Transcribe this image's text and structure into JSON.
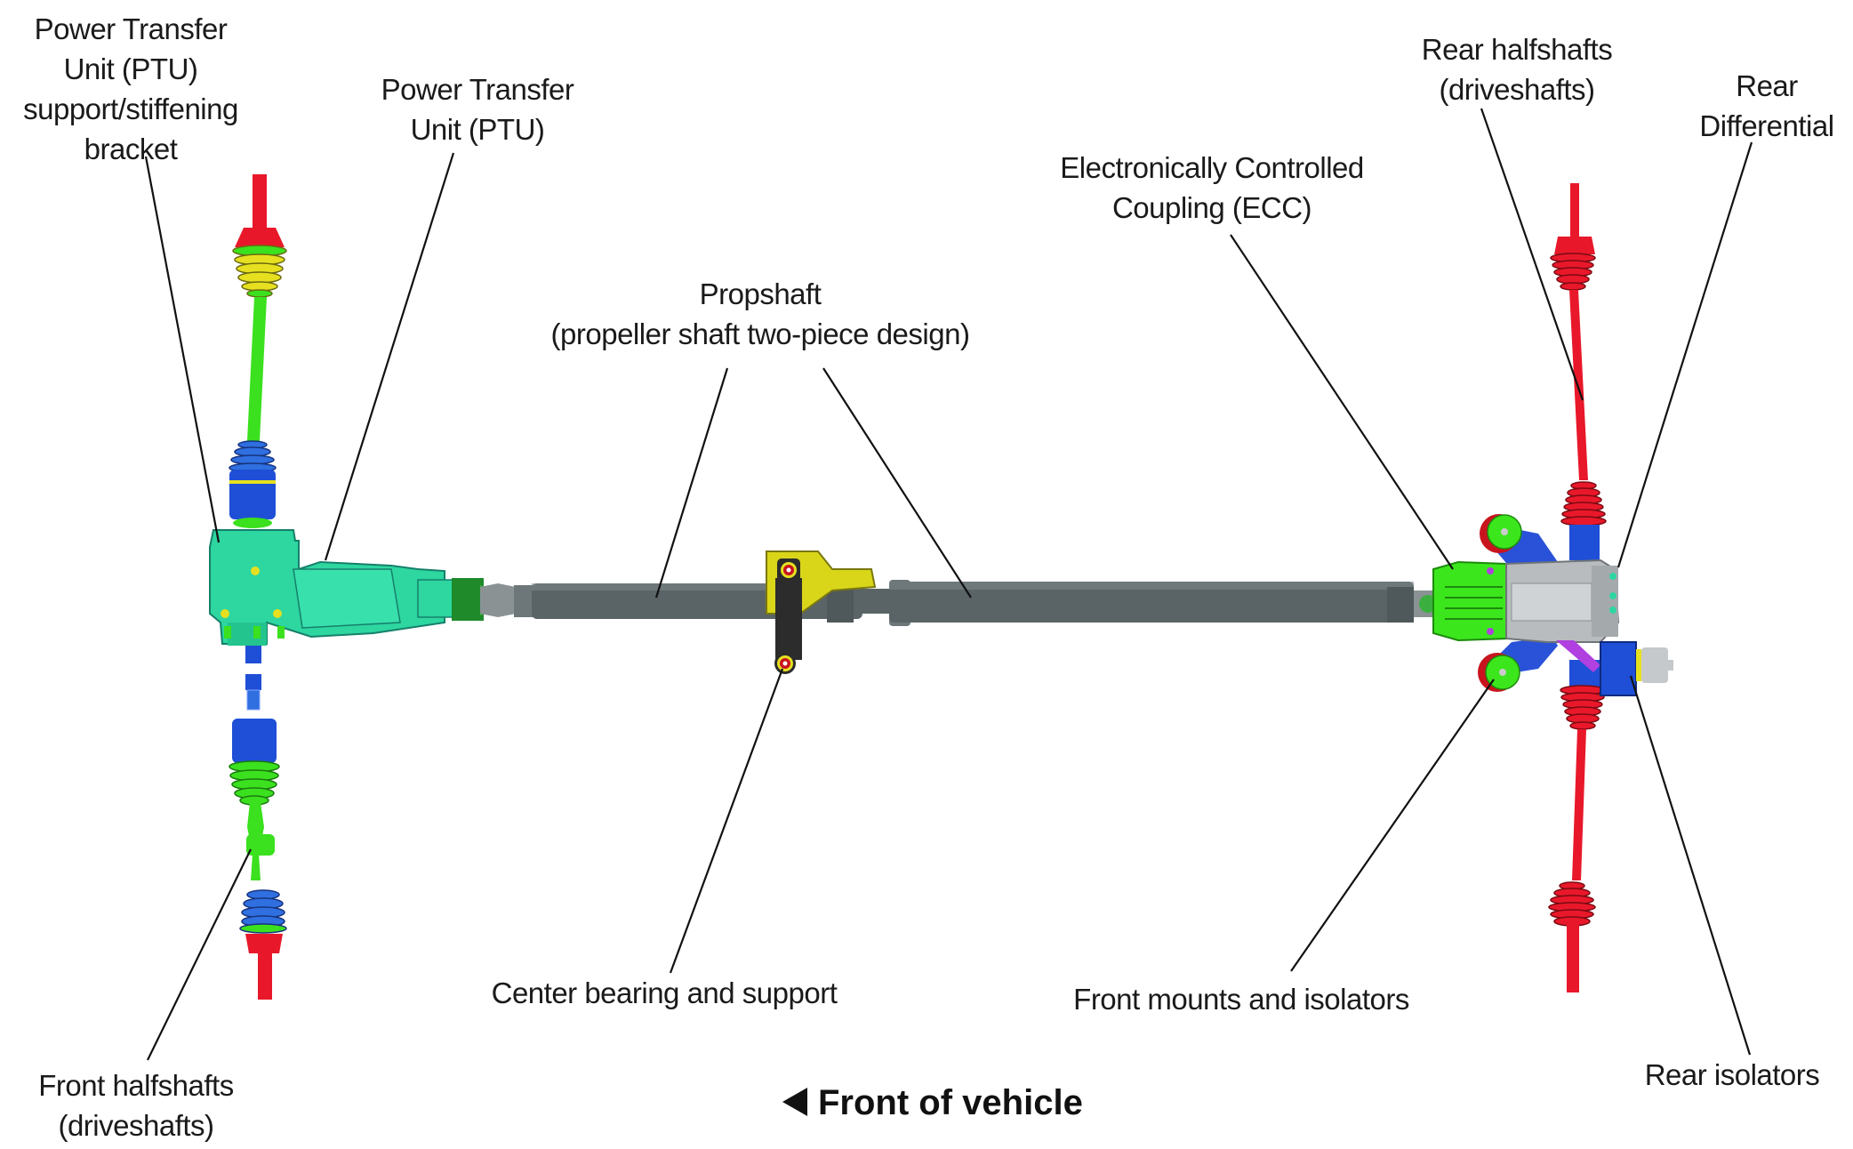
{
  "diagram": {
    "title": "AWD driveline components (top view)",
    "orientation_note": "Front of vehicle",
    "labels": {
      "ptu_bracket": [
        "Power Transfer",
        "Unit (PTU)",
        "support/stiffening",
        "bracket"
      ],
      "ptu": [
        "Power Transfer",
        "Unit (PTU)"
      ],
      "propshaft": [
        "Propshaft",
        "(propeller shaft two-piece design)"
      ],
      "ecc": [
        "Electronically Controlled",
        "Coupling (ECC)"
      ],
      "rear_halfshafts": [
        "Rear halfshafts",
        "(driveshafts)"
      ],
      "rear_differential": [
        "Rear",
        "Differential"
      ],
      "center_bearing": [
        "Center bearing and support"
      ],
      "front_mounts": [
        "Front mounts and isolators"
      ],
      "rear_isolators": [
        "Rear isolators"
      ],
      "front_halfshafts": [
        "Front halfshafts",
        "(driveshafts)"
      ]
    },
    "front_of_vehicle": "Front of vehicle",
    "colors": {
      "halfshaft_outer": "#e8182a",
      "boot_yellow": "#e6e020",
      "shaft_green": "#3be01e",
      "boot_blue": "#1f4fd6",
      "ptu_teal": "#2ed6a0",
      "propshaft_gray": "#5a6466",
      "bracket_yellow": "#d9d61a",
      "ecc_green": "#3ce61c",
      "diff_gray": "#b8bcbe",
      "mount_blue": "#2a52d8",
      "accent_purple": "#b040e0",
      "leader_line": "#111111"
    }
  }
}
